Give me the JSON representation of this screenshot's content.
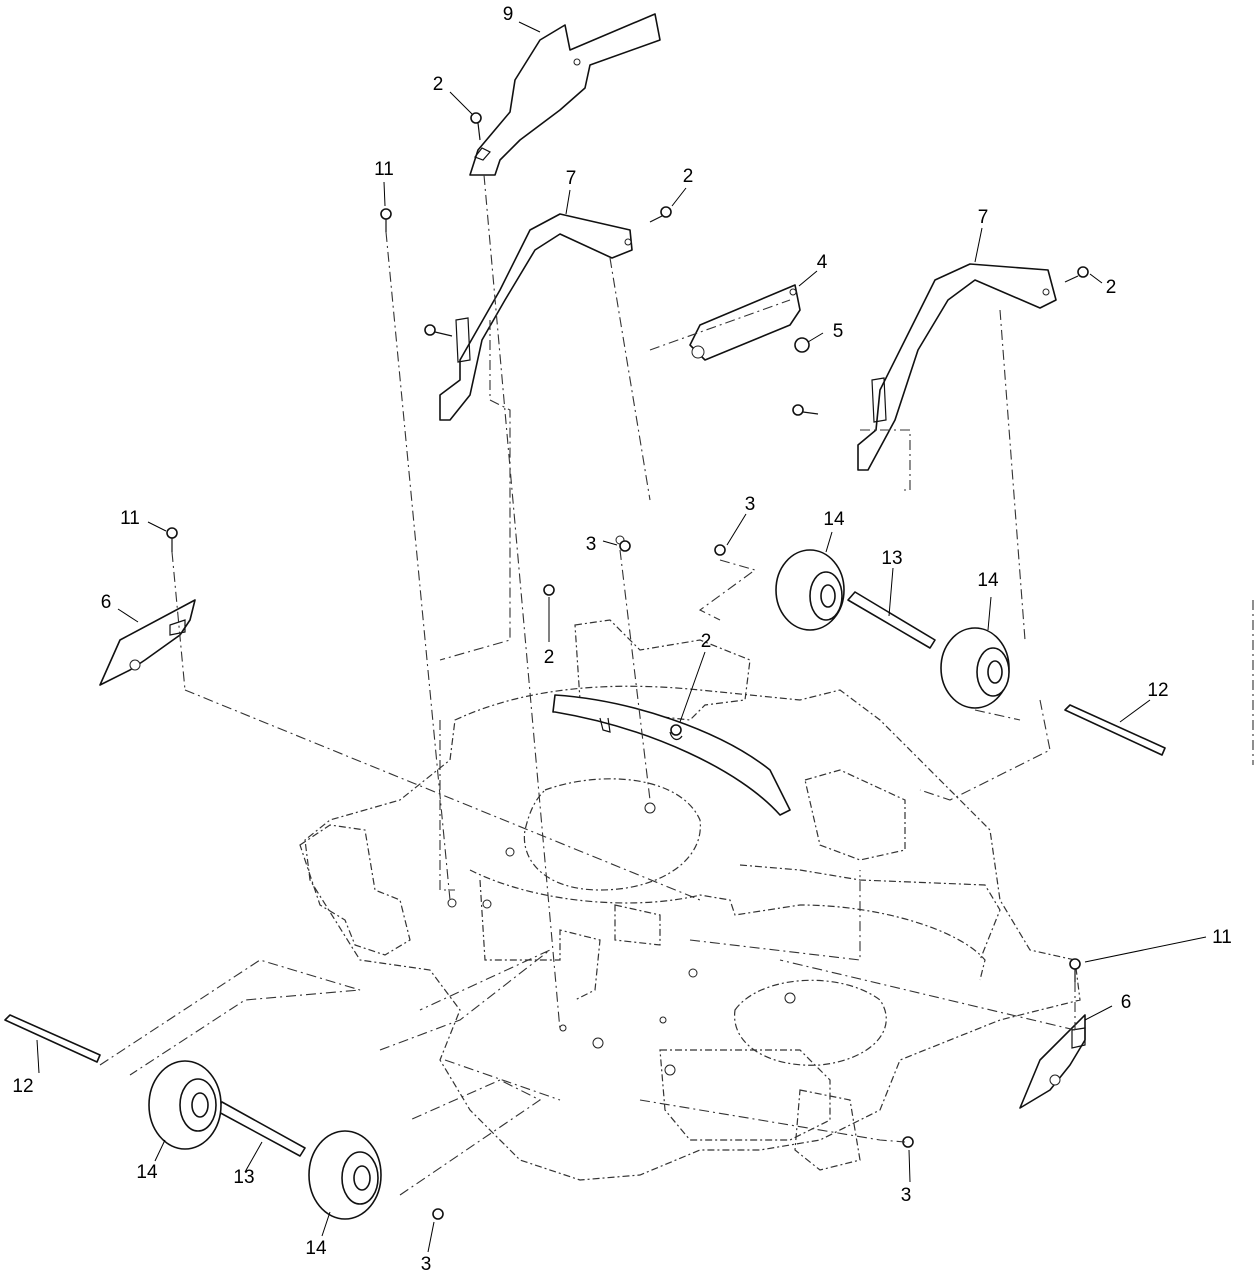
{
  "callouts": [
    {
      "id": "c1",
      "label": "9"
    },
    {
      "id": "c2",
      "label": "2"
    },
    {
      "id": "c3",
      "label": "11"
    },
    {
      "id": "c4",
      "label": "7"
    },
    {
      "id": "c5",
      "label": "2"
    },
    {
      "id": "c6",
      "label": "7"
    },
    {
      "id": "c7",
      "label": "4"
    },
    {
      "id": "c8",
      "label": "2"
    },
    {
      "id": "c9",
      "label": "5"
    },
    {
      "id": "c10",
      "label": "11"
    },
    {
      "id": "c11",
      "label": "6"
    },
    {
      "id": "c12",
      "label": "3"
    },
    {
      "id": "c13",
      "label": "3"
    },
    {
      "id": "c14",
      "label": "14"
    },
    {
      "id": "c15",
      "label": "2"
    },
    {
      "id": "c16",
      "label": "13"
    },
    {
      "id": "c17",
      "label": "14"
    },
    {
      "id": "c18",
      "label": "2"
    },
    {
      "id": "c19",
      "label": "12"
    },
    {
      "id": "c20",
      "label": "11"
    },
    {
      "id": "c21",
      "label": "6"
    },
    {
      "id": "c22",
      "label": "12"
    },
    {
      "id": "c23",
      "label": "14"
    },
    {
      "id": "c24",
      "label": "13"
    },
    {
      "id": "c25",
      "label": "3"
    },
    {
      "id": "c26",
      "label": "14"
    },
    {
      "id": "c27",
      "label": "3"
    }
  ]
}
